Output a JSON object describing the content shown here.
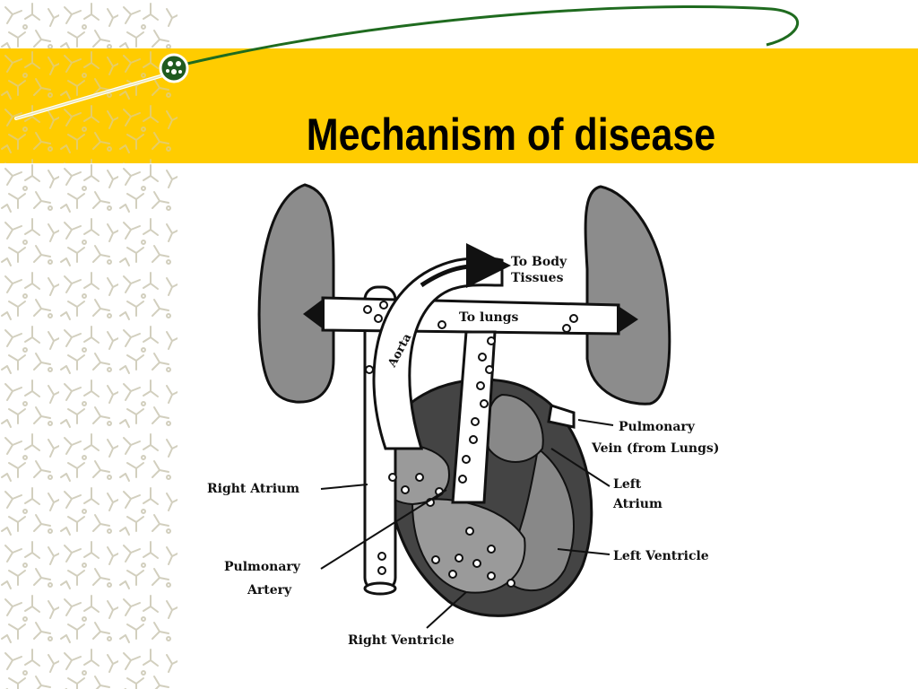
{
  "slide": {
    "title": "Mechanism of disease"
  },
  "colors": {
    "band": "#ffcc00",
    "accent_line": "#1f6b1f",
    "organ_gray": "#8c8c8c",
    "dark": "#222222"
  },
  "diagram": {
    "labels": {
      "to_body": [
        "To Body",
        "Tissues"
      ],
      "to_lungs": "To lungs",
      "aorta": "Aorta",
      "pulmonary_vein": [
        "Pulmonary",
        "Vein (from Lungs)"
      ],
      "left_atrium": [
        "Left",
        "Atrium"
      ],
      "left_ventricle": "Left Ventricle",
      "right_atrium": "Right Atrium",
      "pulmonary_artery": [
        "Pulmonary",
        "Artery"
      ],
      "right_ventricle": "Right Ventricle"
    }
  }
}
